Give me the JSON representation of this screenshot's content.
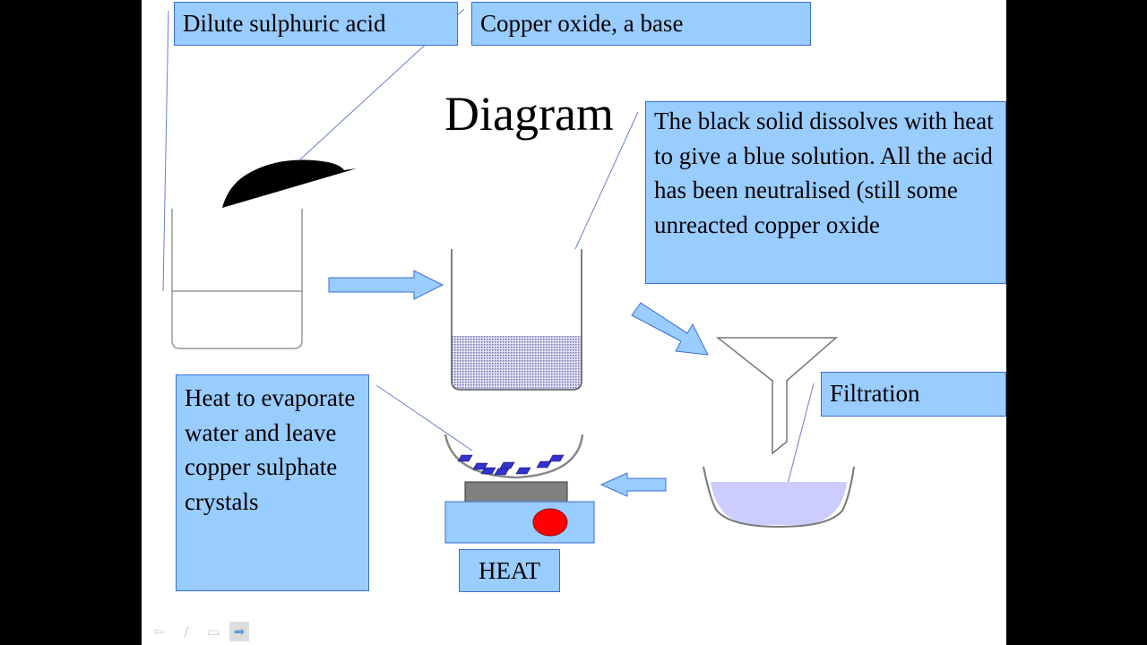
{
  "slide": {
    "title": "Diagram",
    "labels": {
      "acid": "Dilute sulphuric acid",
      "base": "Copper oxide, a base",
      "dissolve": "The black solid dissolves with heat to give a blue solution. All the acid has been neutralised (still some unreacted copper oxide",
      "filtration": "Filtration",
      "evaporate": "Heat to evaporate water and leave copper sulphate crystals",
      "heat": "HEAT"
    }
  },
  "colors": {
    "label_fill": "#99ccff",
    "label_border": "#3b6fd1",
    "solution": "#ccccff",
    "crystals": "#3333cc",
    "burner": "#ff0000"
  },
  "controls": [
    "previous-icon",
    "pen-icon",
    "menu-icon",
    "next-icon"
  ]
}
